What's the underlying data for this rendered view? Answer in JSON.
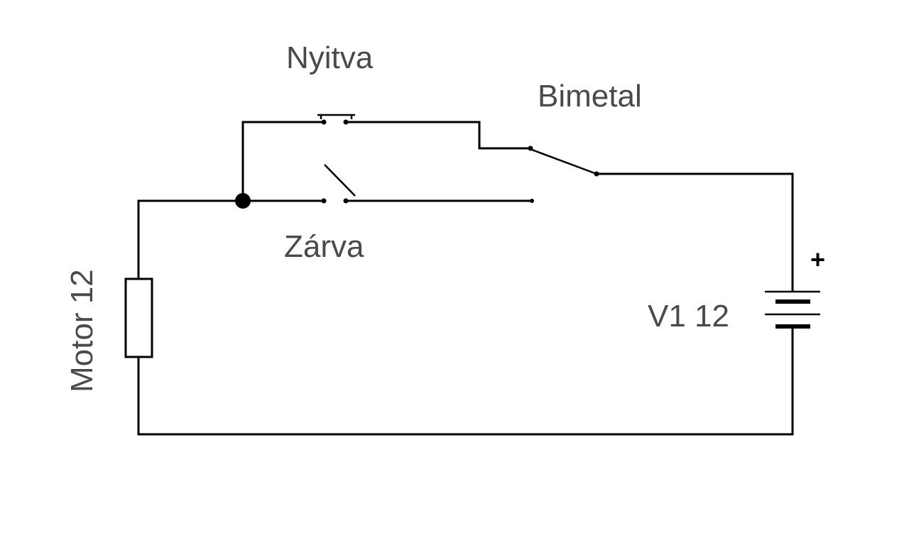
{
  "labels": {
    "open_switch": "Nyitva",
    "bimetal": "Bimetal",
    "closed_switch": "Zárva",
    "motor": "Motor 12",
    "battery": "V1 12",
    "battery_polarity": "+"
  },
  "components": [
    {
      "id": "motor",
      "type": "resistor",
      "label": "Motor 12"
    },
    {
      "id": "battery",
      "type": "battery",
      "label": "V1 12"
    },
    {
      "id": "open_switch",
      "type": "push-button",
      "label": "Nyitva"
    },
    {
      "id": "closed_switch",
      "type": "switch",
      "label": "Zárva"
    },
    {
      "id": "bimetal",
      "type": "changeover-switch",
      "label": "Bimetal"
    }
  ]
}
